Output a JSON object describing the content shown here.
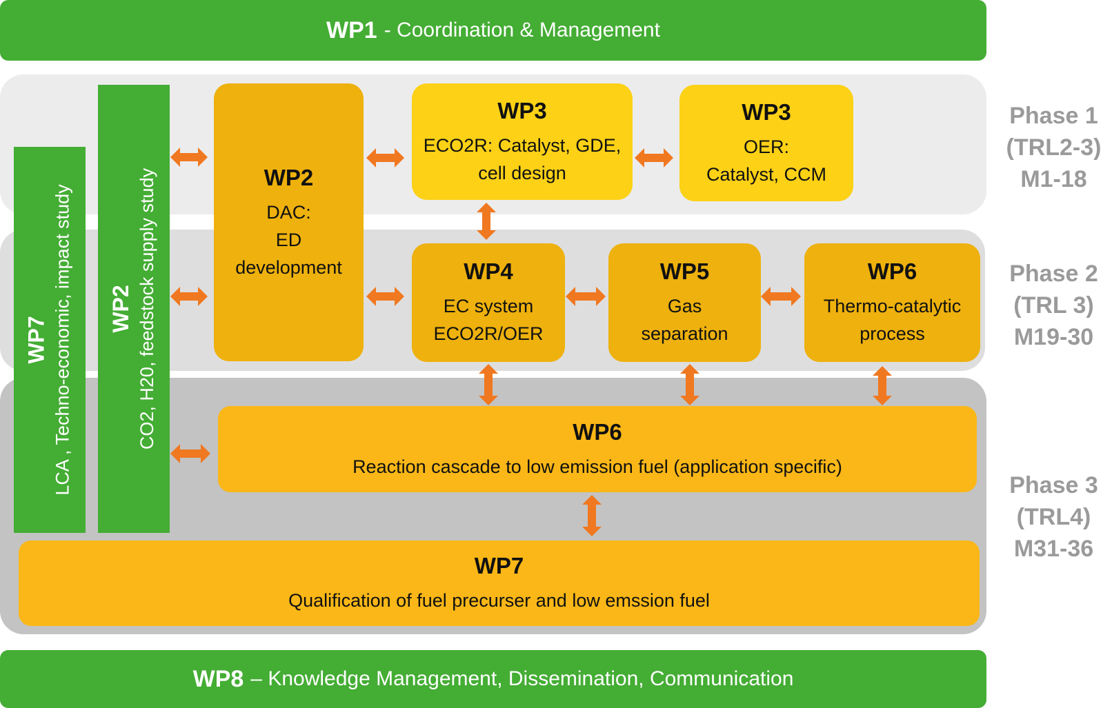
{
  "wp1": {
    "code": "WP1",
    "text": "- Coordination & Management"
  },
  "wp8": {
    "code": "WP8",
    "text": "– Knowledge Management, Dissemination, Communication"
  },
  "side_wp7": {
    "code": "WP7",
    "text": "LCA , Techno-economic, impact study"
  },
  "side_wp2": {
    "code": "WP2",
    "text": "CO2, H20, feedstock supply study"
  },
  "boxes": {
    "wp2_dac": {
      "code": "WP2",
      "text": "DAC:\nED\ndevelopment"
    },
    "wp3_eco2r": {
      "code": "WP3",
      "text": "ECO2R: Catalyst, GDE,\ncell design"
    },
    "wp3_oer": {
      "code": "WP3",
      "text": "OER:\nCatalyst, CCM"
    },
    "wp4": {
      "code": "WP4",
      "text": "EC system\nECO2R/OER"
    },
    "wp5": {
      "code": "WP5",
      "text": "Gas\nseparation"
    },
    "wp6_thermo": {
      "code": "WP6",
      "text": "Thermo-catalytic\nprocess"
    },
    "wp6_cascade": {
      "code": "WP6",
      "text": "Reaction cascade to low emission fuel (application specific)"
    },
    "wp7_qual": {
      "code": "WP7",
      "text": "Qualification of fuel precurser and low emssion fuel"
    }
  },
  "phases": [
    {
      "label": "Phase 1\n(TRL2-3)\nM1-18"
    },
    {
      "label": "Phase 2\n(TRL 3)\nM19-30"
    },
    {
      "label": "Phase 3\n(TRL4)\nM31-36"
    }
  ],
  "colors": {
    "green": "#44ad34",
    "arrow": "#f07820",
    "yellow_light": "#fcd116",
    "yellow_dark": "#eeb10d",
    "yellow_mid": "#fab717",
    "phase1_bg": "#ececec",
    "phase2_bg": "#dedede",
    "phase3_bg": "#c3c3c3",
    "phase_text": "#9a9a9a"
  }
}
